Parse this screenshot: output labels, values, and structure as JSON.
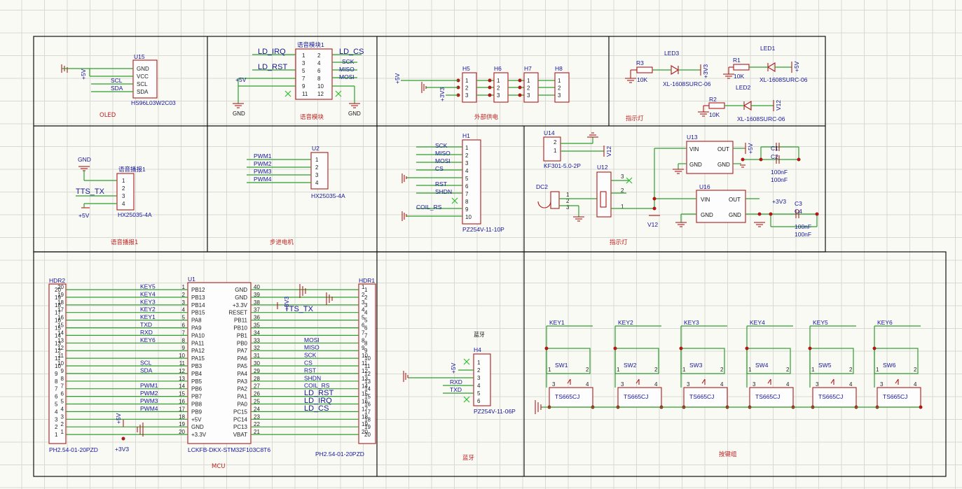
{
  "oled": {
    "ref": "U15",
    "part": "HS96L03W2C03",
    "title": "OLED",
    "pins": [
      "GND",
      "VCC",
      "SCL",
      "SDA"
    ],
    "nets": [
      "+5V",
      "SCL",
      "SDA"
    ]
  },
  "voice": {
    "ref": "语音模块1",
    "title": "语音模块",
    "nets_left": [
      "LD_IRQ",
      "LD_RST",
      "+5V"
    ],
    "nets_right": [
      "LD_CS",
      "SCK",
      "MISO",
      "MOSI"
    ],
    "gnd": "GND",
    "pins": [
      "1",
      "2",
      "3",
      "4",
      "5",
      "6",
      "7",
      "8",
      "9",
      "10",
      "11",
      "12"
    ]
  },
  "power": {
    "title": "外部供电",
    "refs": [
      "H5",
      "H6",
      "H7",
      "H8"
    ],
    "nets": [
      "+5V",
      "+3V3"
    ],
    "pins": [
      "1",
      "2",
      "3"
    ]
  },
  "leds": {
    "title": "指示灯",
    "r3": "R3",
    "r1": "R1",
    "r2": "R2",
    "rval": "10K",
    "led3": "LED3",
    "led1": "LED1",
    "led2": "LED2",
    "part": "XL-1608SURC-06",
    "nets": [
      "+3V3",
      "+5V",
      "V12"
    ]
  },
  "voicebc": {
    "ref": "语音播报1",
    "title": "语音播报1",
    "part": "HX25035-4A",
    "nets": [
      "GND",
      "TTS_TX",
      "+5V"
    ],
    "pins": [
      "1",
      "2",
      "3",
      "4"
    ]
  },
  "stepper": {
    "ref": "U2",
    "title": "步进电机",
    "part": "HX25035-4A",
    "nets": [
      "PWM1",
      "PWM2",
      "PWM3",
      "PWM4"
    ]
  },
  "h1": {
    "ref": "H1",
    "part": "PZ254V-11-10P",
    "nets": [
      "SCK",
      "MISO",
      "MOSI",
      "CS",
      "RST",
      "SHDN",
      "COIL_RS"
    ],
    "pins": [
      "1",
      "2",
      "3",
      "4",
      "5",
      "6",
      "7",
      "8",
      "9",
      "10"
    ]
  },
  "psu": {
    "title": "指示灯",
    "u14": "KF301-5.0-2P",
    "u14ref": "U14",
    "u12": "U12",
    "dc2": "DC2",
    "u13": "U13",
    "u16": "U16",
    "vin": "VIN",
    "out": "OUT",
    "gnd": "GND",
    "c1": "C1",
    "c2": "C2",
    "c3": "C3",
    "c4": "C4",
    "cval": "100nF",
    "nets": [
      "V12",
      "+5V",
      "+3V3"
    ]
  },
  "mcu": {
    "title": "MCU",
    "ref": "U1",
    "part": "LCKFB-DKX-STM32F103C8T6",
    "left_pins": [
      "PB12",
      "PB13",
      "PB14",
      "PB15",
      "PA8",
      "PA9",
      "PA10",
      "PA11",
      "PA12",
      "PA15",
      "PB3",
      "PB4",
      "PB5",
      "PB6",
      "PB7",
      "PB8",
      "PB9",
      "+5V",
      "GND",
      "+3.3V"
    ],
    "right_pins": [
      "GND",
      "GND",
      "+3.3V",
      "RESET",
      "PB11",
      "PB10",
      "PB1",
      "PB0",
      "PA7",
      "PA6",
      "PA5",
      "PA4",
      "PA3",
      "PA2",
      "PA1",
      "PA0",
      "PC15",
      "PC14",
      "PC13",
      "VBAT"
    ],
    "left_nets": [
      "KEY5",
      "KEY4",
      "KEY3",
      "KEY2",
      "KEY1",
      "TXD",
      "RXD",
      "KEY6",
      "",
      "",
      "SCL",
      "SDA",
      "",
      "PWM1",
      "PWM2",
      "PWM3",
      "PWM4",
      "",
      "",
      ""
    ],
    "right_nets": [
      "",
      "",
      "",
      "TTS_TX",
      "",
      "",
      "",
      "MOSI",
      "MISO",
      "SCK",
      "CS",
      "RST",
      "SHDN",
      "COIL_RS",
      "LD_RST",
      "LD_IRQ",
      "LD_CS",
      "",
      "",
      ""
    ],
    "hdr2": "HDR2",
    "hdr1": "HDR1",
    "hdrpart": "PH2.54-01-20PZD",
    "net33": "+3V3",
    "net5": "+5V"
  },
  "bt": {
    "title": "蓝牙",
    "label": "蓝牙",
    "ref": "H4",
    "part": "PZ254V-11-06P",
    "nets": [
      "+5V",
      "RXD",
      "TXD"
    ]
  },
  "keys": {
    "title": "按键组",
    "keys": [
      "KEY1",
      "KEY2",
      "KEY3",
      "KEY4",
      "KEY5",
      "KEY6"
    ],
    "sws": [
      "SW1",
      "SW2",
      "SW3",
      "SW4",
      "SW5",
      "SW6"
    ],
    "part": "TS665CJ"
  },
  "colors": {
    "wire": "#2e9e2e",
    "component": "#b01818",
    "netlabel": "#16169a",
    "frame": "#111111"
  }
}
